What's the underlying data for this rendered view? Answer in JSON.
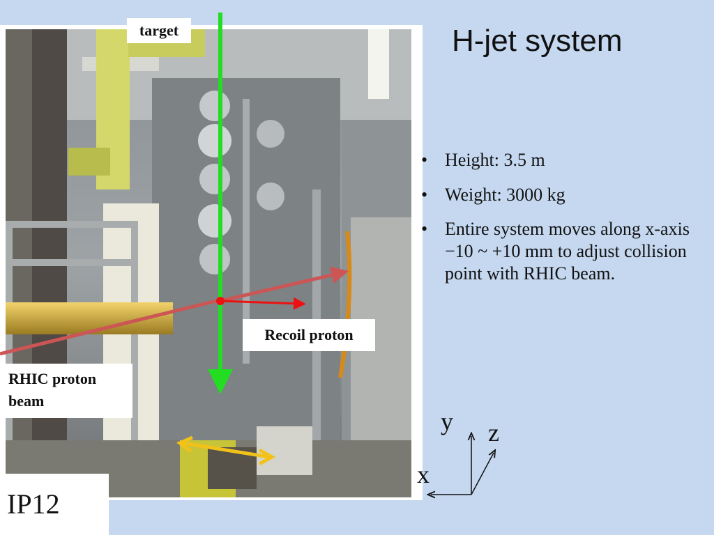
{
  "slide": {
    "title": "H-jet system",
    "bullets": [
      "Height: 3.5 m",
      "Weight: 3000 kg",
      "Entire system moves along x-axis −10 ~ +10 mm to adjust collision point with RHIC beam."
    ]
  },
  "labels": {
    "target": "target",
    "recoil": "Recoil proton",
    "rhic_line1": "RHIC proton",
    "rhic_line2": "beam",
    "ip": "IP12"
  },
  "axes": {
    "x": "x",
    "y": "y",
    "z": "z"
  },
  "colors": {
    "background": "#c5d8ef",
    "target_arrow": "#22dd22",
    "beam_arrow": "#cc5555",
    "recoil_arrow": "#ee1111",
    "motion_arrow": "#f2c21b"
  }
}
